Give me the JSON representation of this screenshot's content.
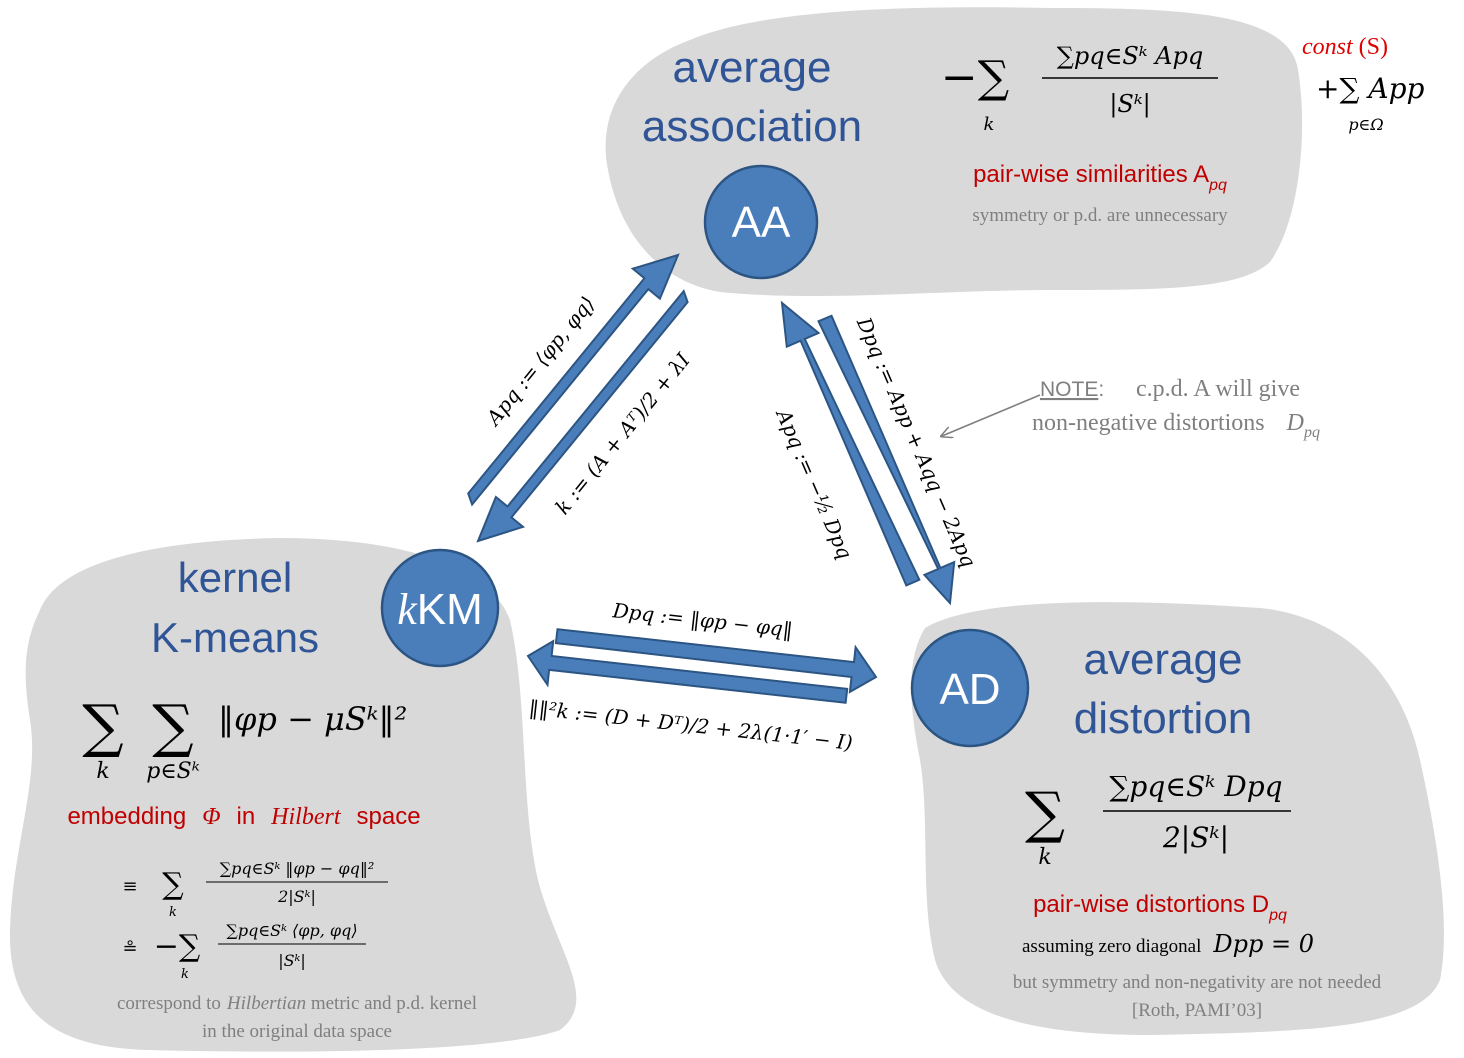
{
  "colors": {
    "blob": "#d9d9d9",
    "accent_blue": "#4a7ebb",
    "title_blue": "#2f5597",
    "red": "#c00000",
    "grey_text": "#7f7f7f",
    "arrow_stroke": "#2c5583"
  },
  "aa": {
    "title_line1": "average",
    "title_line2": "association",
    "badge": "AA",
    "formula_minus_sum": "−∑",
    "formula_sum_index": "k",
    "formula_numerator": "∑pq∈Sᵏ Apq",
    "formula_denominator": "|Sᵏ|",
    "const_label": "const",
    "const_arg": "(S)",
    "const_formula": "+∑ App",
    "const_index": "p∈Ω",
    "caption": "pair-wise similarities A",
    "caption_sub": "pq",
    "note": "symmetry or  p.d. are unnecessary"
  },
  "kkm": {
    "title_line1": "kernel",
    "title_line2": "K-means",
    "badge_k": "k",
    "badge_rest": "KM",
    "formula_sum1": "∑",
    "formula_sum2": "∑",
    "formula_body": "‖φp − μSᵏ‖²",
    "formula_index1": "k",
    "formula_index2": "p∈Sᵏ",
    "caption_pre": "embedding",
    "caption_phi": "Φ",
    "caption_in": "in",
    "caption_hilbert": "Hilbert",
    "caption_space": "space",
    "eq1_sym": "≡",
    "eq1_sum": "∑",
    "eq1_index": "k",
    "eq1_num": "∑pq∈Sᵏ ‖φp − φq‖²",
    "eq1_den": "2|Sᵏ|",
    "eq2_sym": "≗",
    "eq2_sum": "−∑",
    "eq2_index": "k",
    "eq2_num": "∑pq∈Sᵏ ⟨φp, φq⟩",
    "eq2_den": "|Sᵏ|",
    "note_line1_pre": "correspond to",
    "note_line1_it": "Hilbertian",
    "note_line1_post": " metric and  p.d. kernel",
    "note_line2": "in the original data space"
  },
  "ad": {
    "title_line1": "average",
    "title_line2": "distortion",
    "badge": "AD",
    "formula_sum": "∑",
    "formula_index": "k",
    "formula_numerator": "∑pq∈Sᵏ Dpq",
    "formula_denominator": "2|Sᵏ|",
    "caption": "pair-wise distortions D",
    "caption_sub": "pq",
    "assume": "assuming zero diagonal",
    "assume_formula": "Dpp = 0",
    "note_line1": "but symmetry and non-negativity are not needed",
    "note_line2": "[Roth, PAMI’03]"
  },
  "arrows": {
    "aa_kkm_top": "Apq := ⟨φp, φq⟩",
    "aa_kkm_bottom": "k := (A + Aᵀ)/2 + λI",
    "aa_ad_right": "Dpq := App + Aqq − 2Apq",
    "aa_ad_left": "Apq := −½ Dpq",
    "kkm_ad_top": "Dpq := ‖φp − φq‖",
    "kkm_ad_bottom": "‖‖²k := (D + Dᵀ)/2 + 2λ(1·1′ − I)"
  },
  "note": {
    "label": "NOTE",
    "colon": ":",
    "line1": "c.p.d.   A   will give",
    "line2_pre": "non-negative distortions",
    "line2_sym": "D",
    "line2_sub": "pq"
  }
}
